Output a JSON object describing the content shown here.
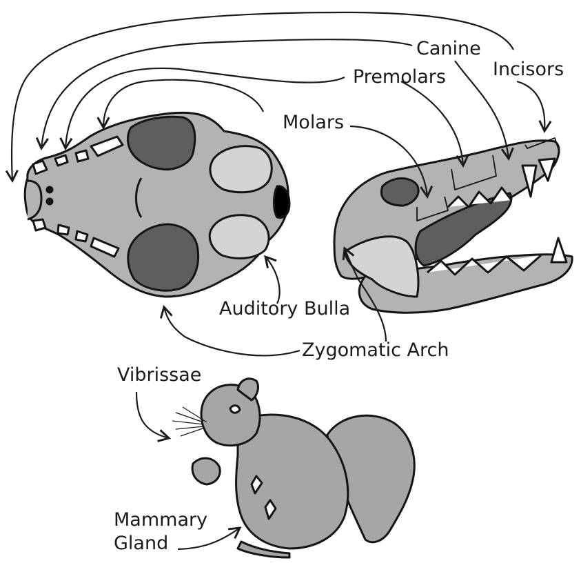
{
  "labels": {
    "canine": "Canine",
    "incisors": "Incisors",
    "premolars": "Premolars",
    "molars": "Molars",
    "auditory_bulla": "Auditory Bulla",
    "zygomatic_arch": "Zygomatic Arch",
    "vibrissae": "Vibrissae",
    "mammary_gland": "Mammary\nGland"
  },
  "colors": {
    "bone": "#b3b3b3",
    "dark": "#5e5e5e",
    "light": "#d4d4d4",
    "squirrel": "#a6a6a6",
    "outline": "#141414"
  }
}
